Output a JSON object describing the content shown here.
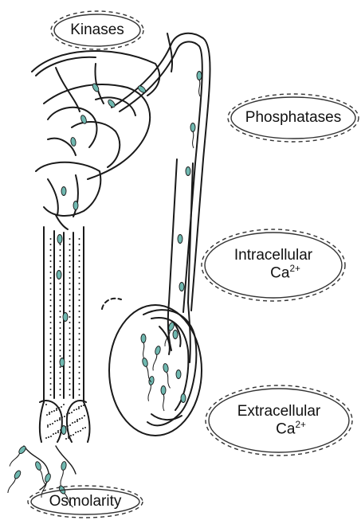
{
  "labels": {
    "kinases": "Kinases",
    "phosphatases": "Phosphatases",
    "intracellular": {
      "word": "Intracellular",
      "ion": "Ca",
      "charge": "2+"
    },
    "extracellular": {
      "word": "Extracellular",
      "ion": "Ca",
      "charge": "2+"
    },
    "osmolarity": "Osmolarity"
  },
  "colors": {
    "outline": "#1a1a1a",
    "sperm_head": "#6fb8b0",
    "oval_stroke": "#333333",
    "text": "#111111"
  },
  "icons": [
    "sperm-cell-icon",
    "testis-drawing",
    "epididymis-drawing",
    "vas-deferens-drawing",
    "urethra-drawing"
  ]
}
